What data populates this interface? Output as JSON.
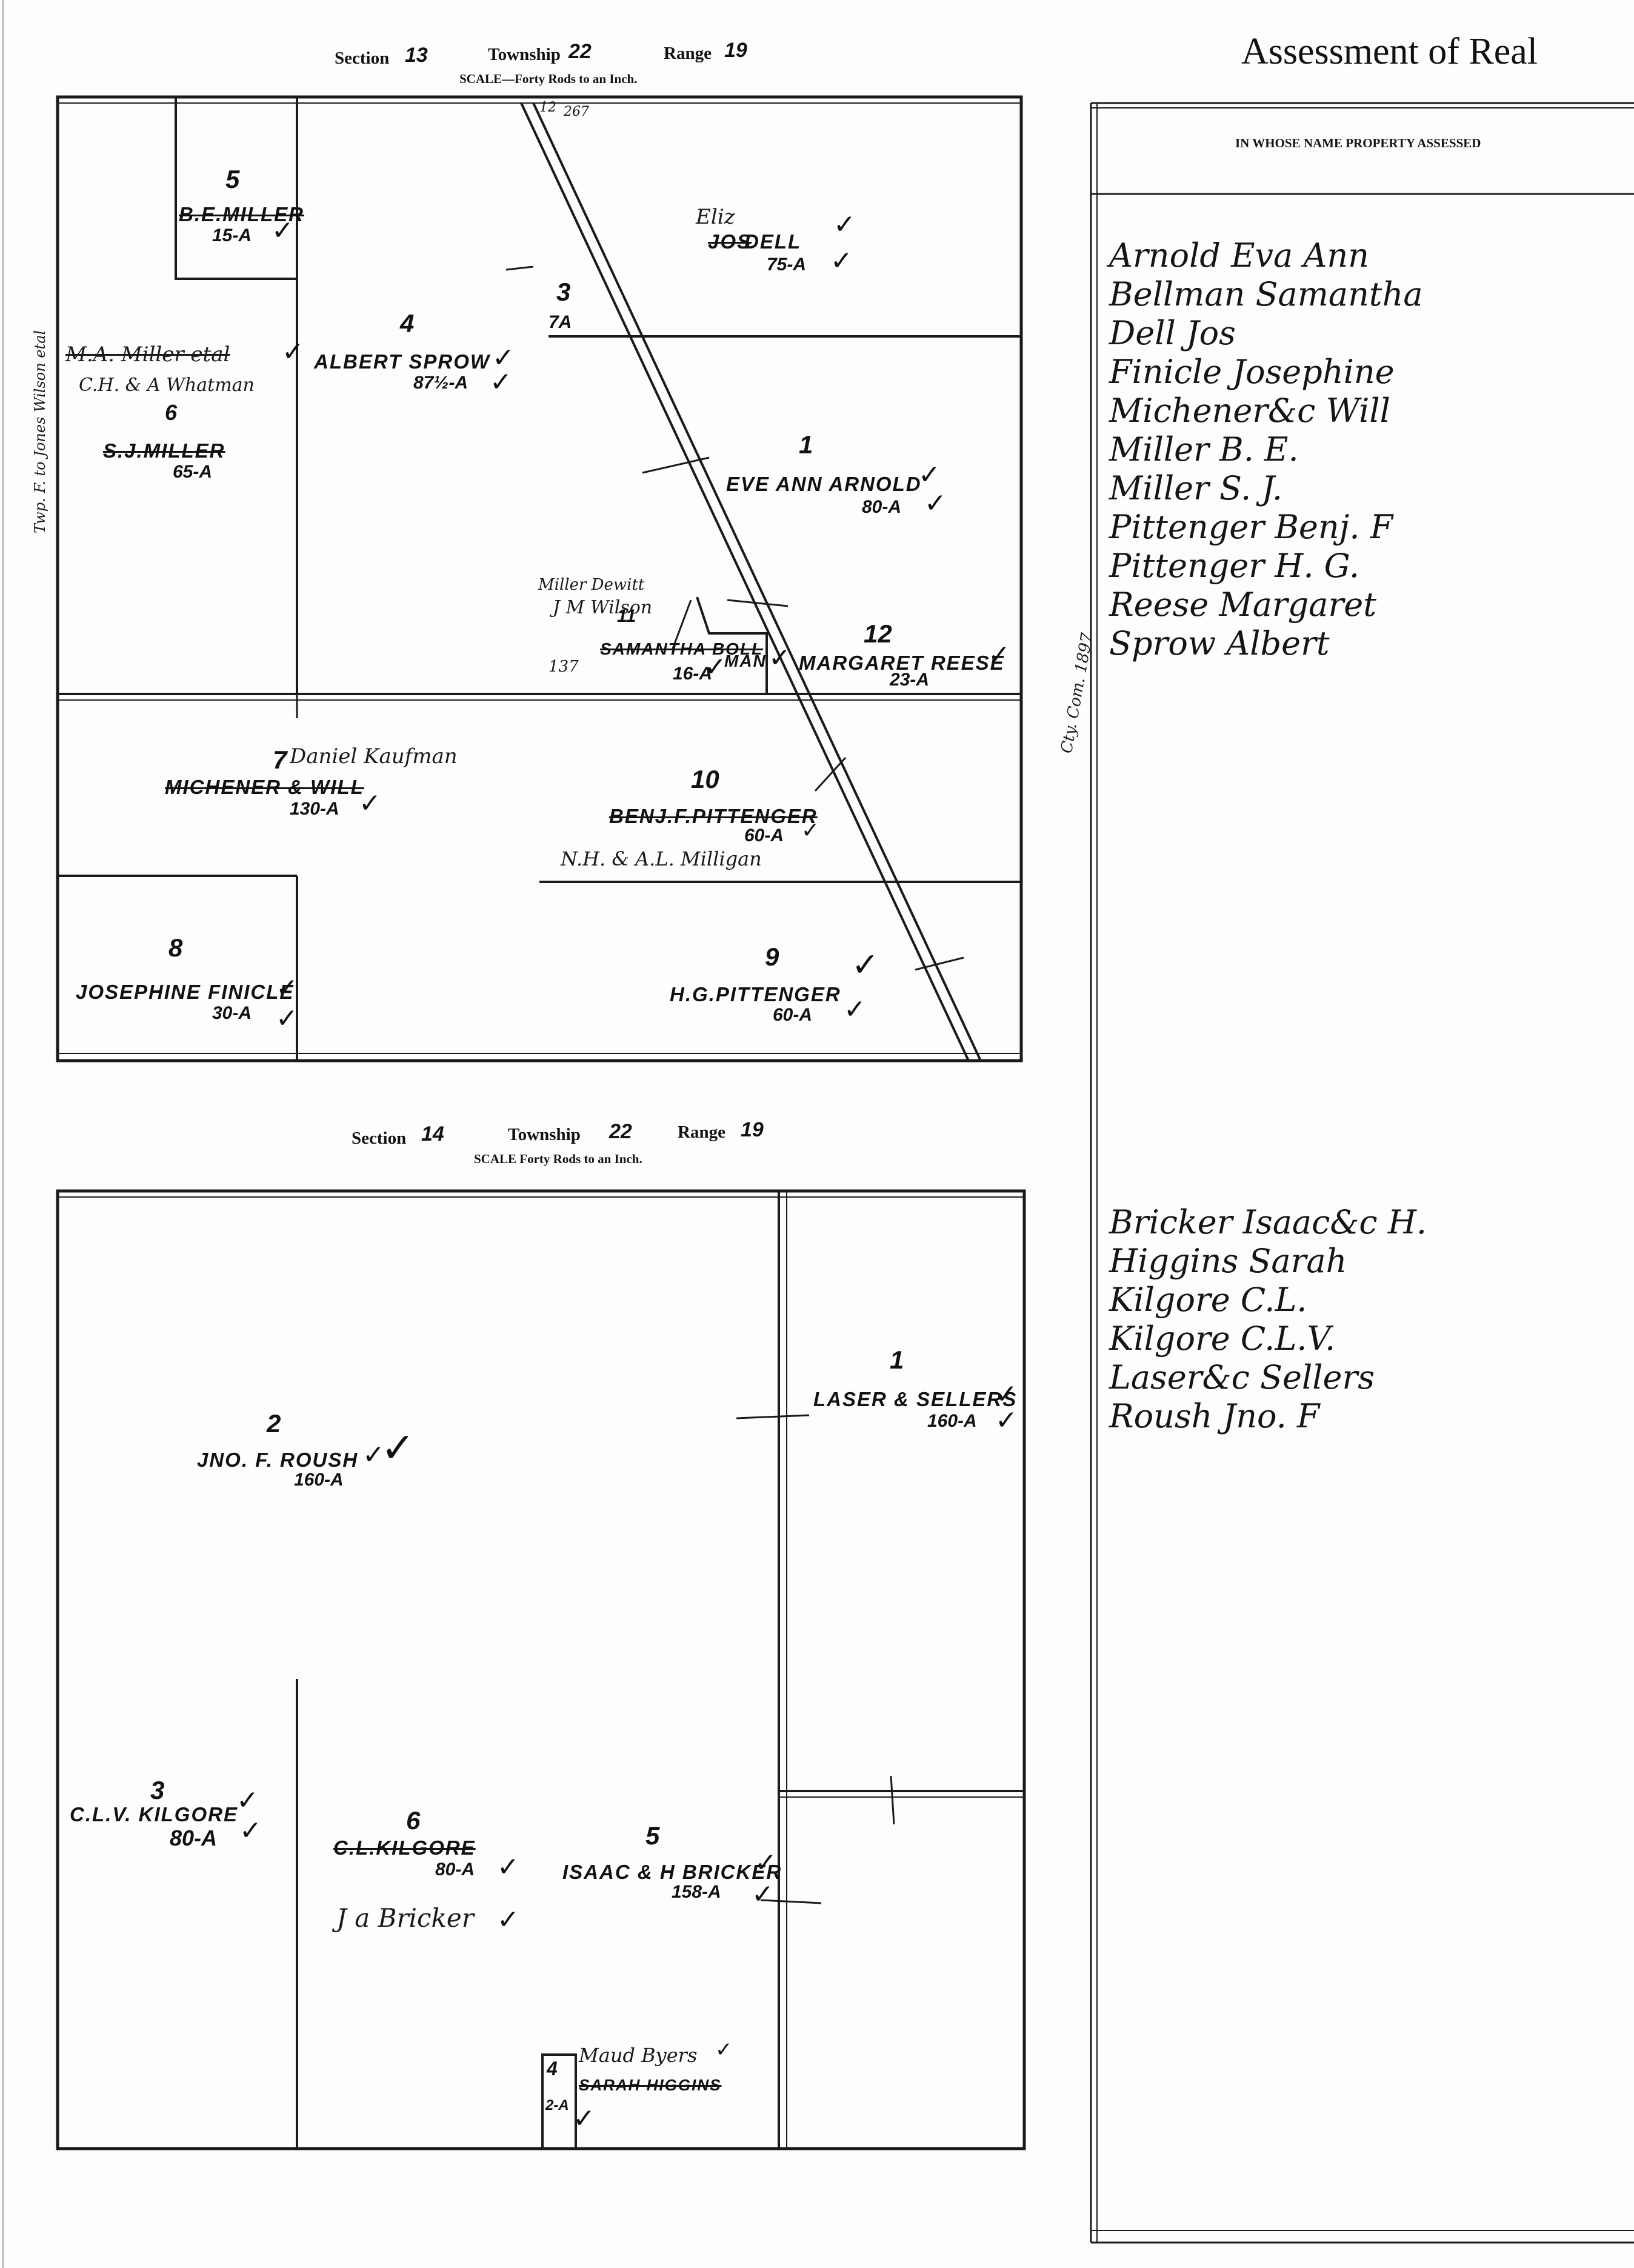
{
  "page": {
    "title": "Assessment of Real"
  },
  "ledger": {
    "column_header": "IN WHOSE NAME PROPERTY ASSESSED",
    "names_section13": [
      "Arnold Eva Ann",
      "Bellman Samantha",
      "Dell Jos",
      "Finicle Josephine",
      "Michener&c Will",
      "Miller B. E.",
      "Miller S. J.",
      "Pittenger Benj. F",
      "Pittenger H. G.",
      "Reese Margaret",
      "Sprow Albert"
    ],
    "names_section14": [
      "Bricker Isaac&c H.",
      "Higgins Sarah",
      "Kilgore C.L.",
      "Kilgore C.L.V.",
      "Laser&c Sellers",
      "Roush Jno. F"
    ]
  },
  "map1": {
    "header": {
      "section_label": "Section",
      "section": "13",
      "township_label": "Township",
      "township": "22",
      "range_label": "Range",
      "range": "19",
      "scale": "SCALE—Forty Rods to an Inch."
    },
    "lots": {
      "l5": {
        "num": "5",
        "owner": "B.E.MILLER",
        "acres": "15-A"
      },
      "l_dell": {
        "hand": "Eliz",
        "owner_struck": "JOS",
        "owner": "DELL",
        "acres": "75-A"
      },
      "l3": {
        "num": "3",
        "acres": "7A"
      },
      "l4": {
        "num": "4",
        "owner": "ALBERT SPROW",
        "acres": "87½-A"
      },
      "l6": {
        "num": "6",
        "hand_struck": "M.A. Miller etal",
        "hand": "C.H. & A Whatman",
        "owner": "S.J.MILLER",
        "acres": "65-A"
      },
      "l1": {
        "num": "1",
        "owner": "EVE ANN ARNOLD",
        "acres": "80-A"
      },
      "l11": {
        "num": "11",
        "hand1": "Miller Dewitt",
        "hand2": "J M Wilson",
        "owner": "SAMANTHA BOLL",
        "owner2": "MAN",
        "acres": "16-A"
      },
      "l12": {
        "num": "12",
        "owner": "MARGARET REESE",
        "acres": "23-A"
      },
      "l7": {
        "num": "7",
        "hand": "Daniel Kaufman",
        "owner": "MICHENER & WILL",
        "acres": "130-A"
      },
      "l10": {
        "num": "10",
        "owner": "BENJ.F.PITTENGER",
        "acres": "60-A",
        "hand": "N.H. & A.L. Milligan"
      },
      "l8": {
        "num": "8",
        "owner": "JOSEPHINE FINICLE",
        "acres": "30-A"
      },
      "l9": {
        "num": "9",
        "owner": "H.G.PITTENGER",
        "acres": "60-A"
      },
      "marks": {
        "m267": "267",
        "m137": "137",
        "m12": "12",
        "side_note": "Twp. F. to Jones Wilson etal"
      }
    }
  },
  "map2": {
    "header": {
      "section_label": "Section",
      "section": "14",
      "township_label": "Township",
      "township": "22",
      "range_label": "Range",
      "range": "19",
      "scale": "SCALE  Forty Rods to an Inch."
    },
    "lots": {
      "l1": {
        "num": "1",
        "owner": "LASER & SELLERS",
        "acres": "160-A"
      },
      "l2": {
        "num": "2",
        "owner": "JNO. F. ROUSH",
        "acres": "160-A"
      },
      "l3": {
        "num": "3",
        "owner": "C.L.V. KILGORE",
        "acres": "80-A"
      },
      "l6": {
        "num": "6",
        "owner": "C.L.KILGORE",
        "acres": "80-A",
        "hand": "J a Bricker"
      },
      "l5": {
        "num": "5",
        "owner": "ISAAC & H BRICKER",
        "acres": "158-A"
      },
      "l4": {
        "num": "4",
        "hand": "Maud Byers",
        "owner": "SARAH HIGGINS",
        "acres": "2-A"
      }
    }
  },
  "margin_note": {
    "text": "Cty. Com. 1897"
  }
}
